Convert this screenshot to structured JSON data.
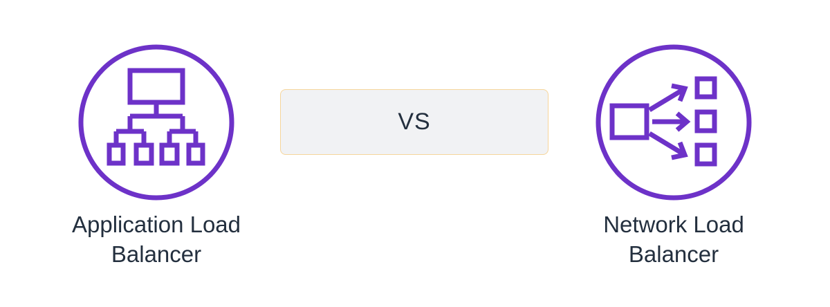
{
  "colors": {
    "icon_stroke": "#6d32c8",
    "label_text": "#232f3e",
    "vs_box_fill": "#f1f2f4",
    "vs_box_border": "#f6d59a"
  },
  "left": {
    "icon": "application-load-balancer-icon",
    "label_line1": "Application Load",
    "label_line2": "Balancer"
  },
  "center": {
    "vs_text": "VS"
  },
  "right": {
    "icon": "network-load-balancer-icon",
    "label_line1": "Network Load",
    "label_line2": "Balancer"
  }
}
